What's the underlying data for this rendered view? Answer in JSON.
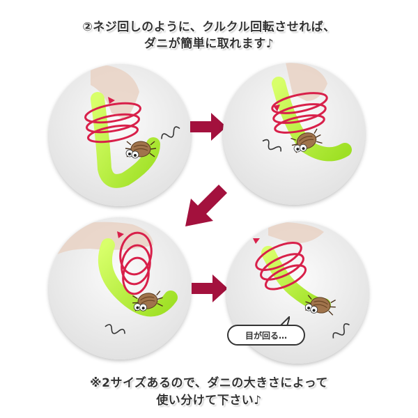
{
  "heading": {
    "line1": "②ネジ回しのように、クルクル回転させれば、",
    "line2": "ダニが簡単に取れます♪"
  },
  "steps": [
    {
      "name": "step-1"
    },
    {
      "name": "step-2"
    },
    {
      "name": "step-3"
    },
    {
      "name": "step-4"
    }
  ],
  "speech_bubble": {
    "text": "目が回る…"
  },
  "footer": {
    "line1": "※2サイズあるので、ダニの大きさによって",
    "line2": "使い分けて下さい♪"
  },
  "colors": {
    "tool_green": "#b8f03c",
    "rotation_arrow": "#d8204a",
    "flow_arrow": "#a3113d",
    "photo_bg": "#f2f2f2",
    "tick_body": "#a0744c"
  },
  "icons": {
    "rotation": "circular-arrow-icon",
    "flow": "right-arrow-icon",
    "tick": "tick-illustration",
    "motion": "squiggle-lines"
  }
}
